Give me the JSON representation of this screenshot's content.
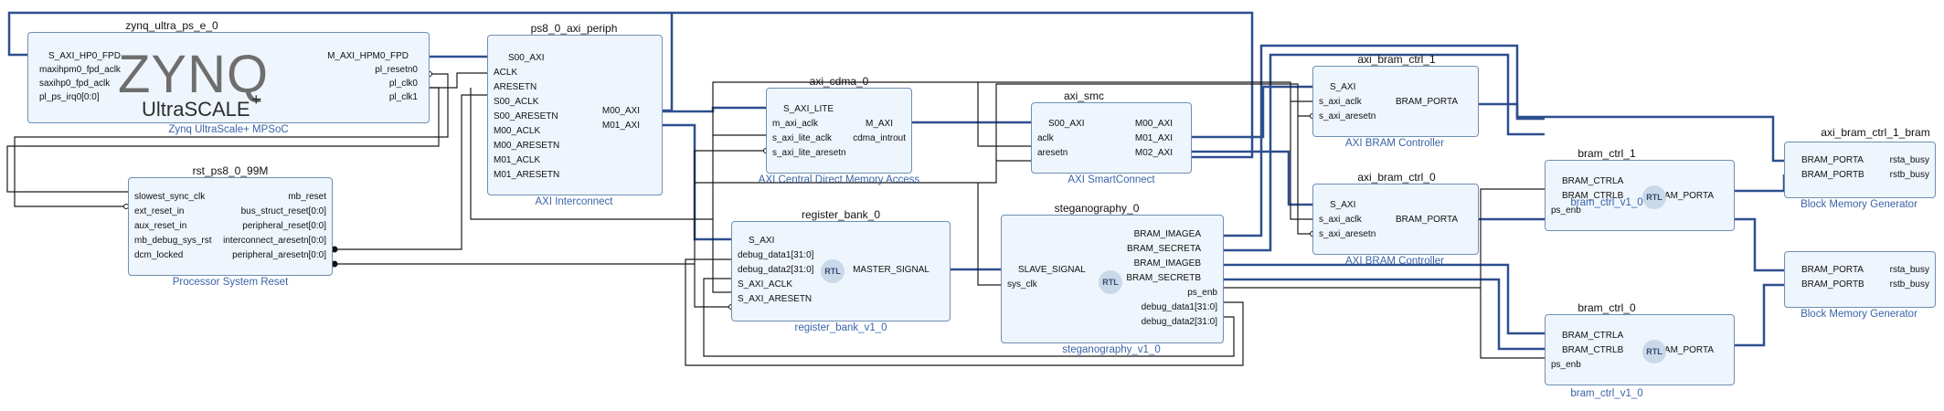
{
  "blocks": {
    "zynq": {
      "title": "zynq_ultra_ps_e_0",
      "subtitle": "Zynq UltraScale+ MPSoC",
      "logo": {
        "main": "ZYNQ",
        "sub": "UltraSCALE",
        "plus": "+"
      },
      "left_pins": [
        "S_AXI_HP0_FPD",
        "maxihpm0_fpd_aclk",
        "saxihp0_fpd_aclk",
        "pl_ps_irq0[0:0]"
      ],
      "right_pins": [
        "M_AXI_HPM0_FPD",
        "pl_resetn0",
        "pl_clk0",
        "pl_clk1"
      ]
    },
    "periph": {
      "title": "ps8_0_axi_periph",
      "subtitle": "AXI Interconnect",
      "left_pins": [
        "S00_AXI",
        "ACLK",
        "ARESETN",
        "S00_ACLK",
        "S00_ARESETN",
        "M00_ACLK",
        "M00_ARESETN",
        "M01_ACLK",
        "M01_ARESETN"
      ],
      "right_pins": [
        "M00_AXI",
        "M01_AXI"
      ]
    },
    "cdma": {
      "title": "axi_cdma_0",
      "subtitle": "AXI Central Direct Memory Access",
      "left_pins": [
        "S_AXI_LITE",
        "m_axi_aclk",
        "s_axi_lite_aclk",
        "s_axi_lite_aresetn"
      ],
      "right_pins": [
        "M_AXI",
        "cdma_introut"
      ]
    },
    "smc": {
      "title": "axi_smc",
      "subtitle": "AXI SmartConnect",
      "left_pins": [
        "S00_AXI",
        "aclk",
        "aresetn"
      ],
      "right_pins": [
        "M00_AXI",
        "M01_AXI",
        "M02_AXI"
      ]
    },
    "rst": {
      "title": "rst_ps8_0_99M",
      "subtitle": "Processor System Reset",
      "left_pins": [
        "slowest_sync_clk",
        "ext_reset_in",
        "aux_reset_in",
        "mb_debug_sys_rst",
        "dcm_locked"
      ],
      "right_pins": [
        "mb_reset",
        "bus_struct_reset[0:0]",
        "peripheral_reset[0:0]",
        "interconnect_aresetn[0:0]",
        "peripheral_aresetn[0:0]"
      ]
    },
    "regbank": {
      "title": "register_bank_0",
      "subtitle": "register_bank_v1_0",
      "rtl": "RTL",
      "left_pins": [
        "S_AXI",
        "debug_data1[31:0]",
        "debug_data2[31:0]",
        "S_AXI_ACLK",
        "S_AXI_ARESETN"
      ],
      "right_pins": [
        "MASTER_SIGNAL"
      ]
    },
    "steg": {
      "title": "steganography_0",
      "subtitle": "steganography_v1_0",
      "rtl": "RTL",
      "left_pins": [
        "SLAVE_SIGNAL",
        "sys_clk"
      ],
      "right_pins": [
        "BRAM_IMAGEA",
        "BRAM_SECRETA",
        "BRAM_IMAGEB",
        "BRAM_SECRETB",
        "ps_enb",
        "debug_data1[31:0]",
        "debug_data2[31:0]"
      ]
    },
    "abc1": {
      "title": "axi_bram_ctrl_1",
      "subtitle": "AXI BRAM Controller",
      "left_pins": [
        "S_AXI",
        "s_axi_aclk",
        "s_axi_aresetn"
      ],
      "right_pins": [
        "BRAM_PORTA"
      ]
    },
    "abc0": {
      "title": "axi_bram_ctrl_0",
      "subtitle": "AXI BRAM Controller",
      "left_pins": [
        "S_AXI",
        "s_axi_aclk",
        "s_axi_aresetn"
      ],
      "right_pins": [
        "BRAM_PORTA"
      ]
    },
    "bc1": {
      "title": "bram_ctrl_1",
      "subtitle": "bram_ctrl_v1_0",
      "rtl": "RTL",
      "left_pins": [
        "BRAM_CTRLA",
        "BRAM_CTRLB",
        "ps_enb"
      ],
      "right_pins": [
        "BRAM_PORTA"
      ]
    },
    "bc0": {
      "title": "bram_ctrl_0",
      "subtitle": "bram_ctrl_v1_0",
      "rtl": "RTL",
      "left_pins": [
        "BRAM_CTRLA",
        "BRAM_CTRLB",
        "ps_enb"
      ],
      "right_pins": [
        "BRAM_PORTA"
      ]
    },
    "bram1": {
      "title": "axi_bram_ctrl_1_bram",
      "subtitle": "Block Memory Generator",
      "left_pins": [
        "BRAM_PORTA",
        "BRAM_PORTB"
      ],
      "right_pins": [
        "rsta_busy",
        "rstb_busy"
      ]
    },
    "bram0": {
      "title": "axi_bram_ctrl_0_bram",
      "subtitle": "Block Memory Generator",
      "left_pins": [
        "BRAM_PORTA",
        "BRAM_PORTB"
      ],
      "right_pins": [
        "rsta_busy",
        "rstb_busy"
      ]
    }
  },
  "colors": {
    "block_fill": "#eef5fc",
    "block_border": "#6f8fb3",
    "bus_wire": "#2d4f8f",
    "net_wire": "#1a1a1a",
    "subtitle": "#3a63a8"
  }
}
